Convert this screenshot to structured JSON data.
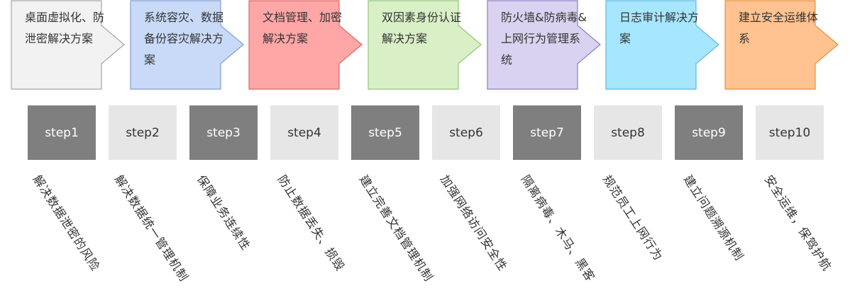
{
  "stages": [
    {
      "text": "桌面虚拟化、防泄密解决方案",
      "fill": "#f2f2f2",
      "stroke": "#a6a6a6"
    },
    {
      "text": "系统容灾、数据备份容灾解决方案",
      "fill": "#c9daf8",
      "stroke": "#7f9ed6"
    },
    {
      "text": "文档管理、加密解决方案",
      "fill": "#ffa6a6",
      "stroke": "#e06666"
    },
    {
      "text": "双因素身份认证解决方案",
      "fill": "#d9f0c6",
      "stroke": "#93c47d"
    },
    {
      "text": "防火墙&防病毒&上网行为管理系统",
      "fill": "#d9d2f0",
      "stroke": "#8e7cc3"
    },
    {
      "text": "日志审计解决方案",
      "fill": "#a6e6ff",
      "stroke": "#5bb8e0"
    },
    {
      "text": "建立安全运维体系",
      "fill": "#ffc290",
      "stroke": "#e69138"
    }
  ],
  "steps": [
    {
      "label": "step1",
      "tone": "dark"
    },
    {
      "label": "step2",
      "tone": "light"
    },
    {
      "label": "step3",
      "tone": "dark"
    },
    {
      "label": "step4",
      "tone": "light"
    },
    {
      "label": "step5",
      "tone": "dark"
    },
    {
      "label": "step6",
      "tone": "light"
    },
    {
      "label": "step7",
      "tone": "dark"
    },
    {
      "label": "step8",
      "tone": "light"
    },
    {
      "label": "step9",
      "tone": "dark"
    },
    {
      "label": "step10",
      "tone": "light"
    }
  ],
  "descriptions": [
    "解决数据泄密的风险",
    "解决数据统一管理机制",
    "保障业务连续性",
    "防止数据丢失、损毁",
    "建立完善文档管理机制",
    "加强网络访问安全性",
    "隔离病毒、木马、黑客",
    "规范员工上网行为",
    "建立问题溯源机制",
    "安全运维，保驾护航"
  ]
}
